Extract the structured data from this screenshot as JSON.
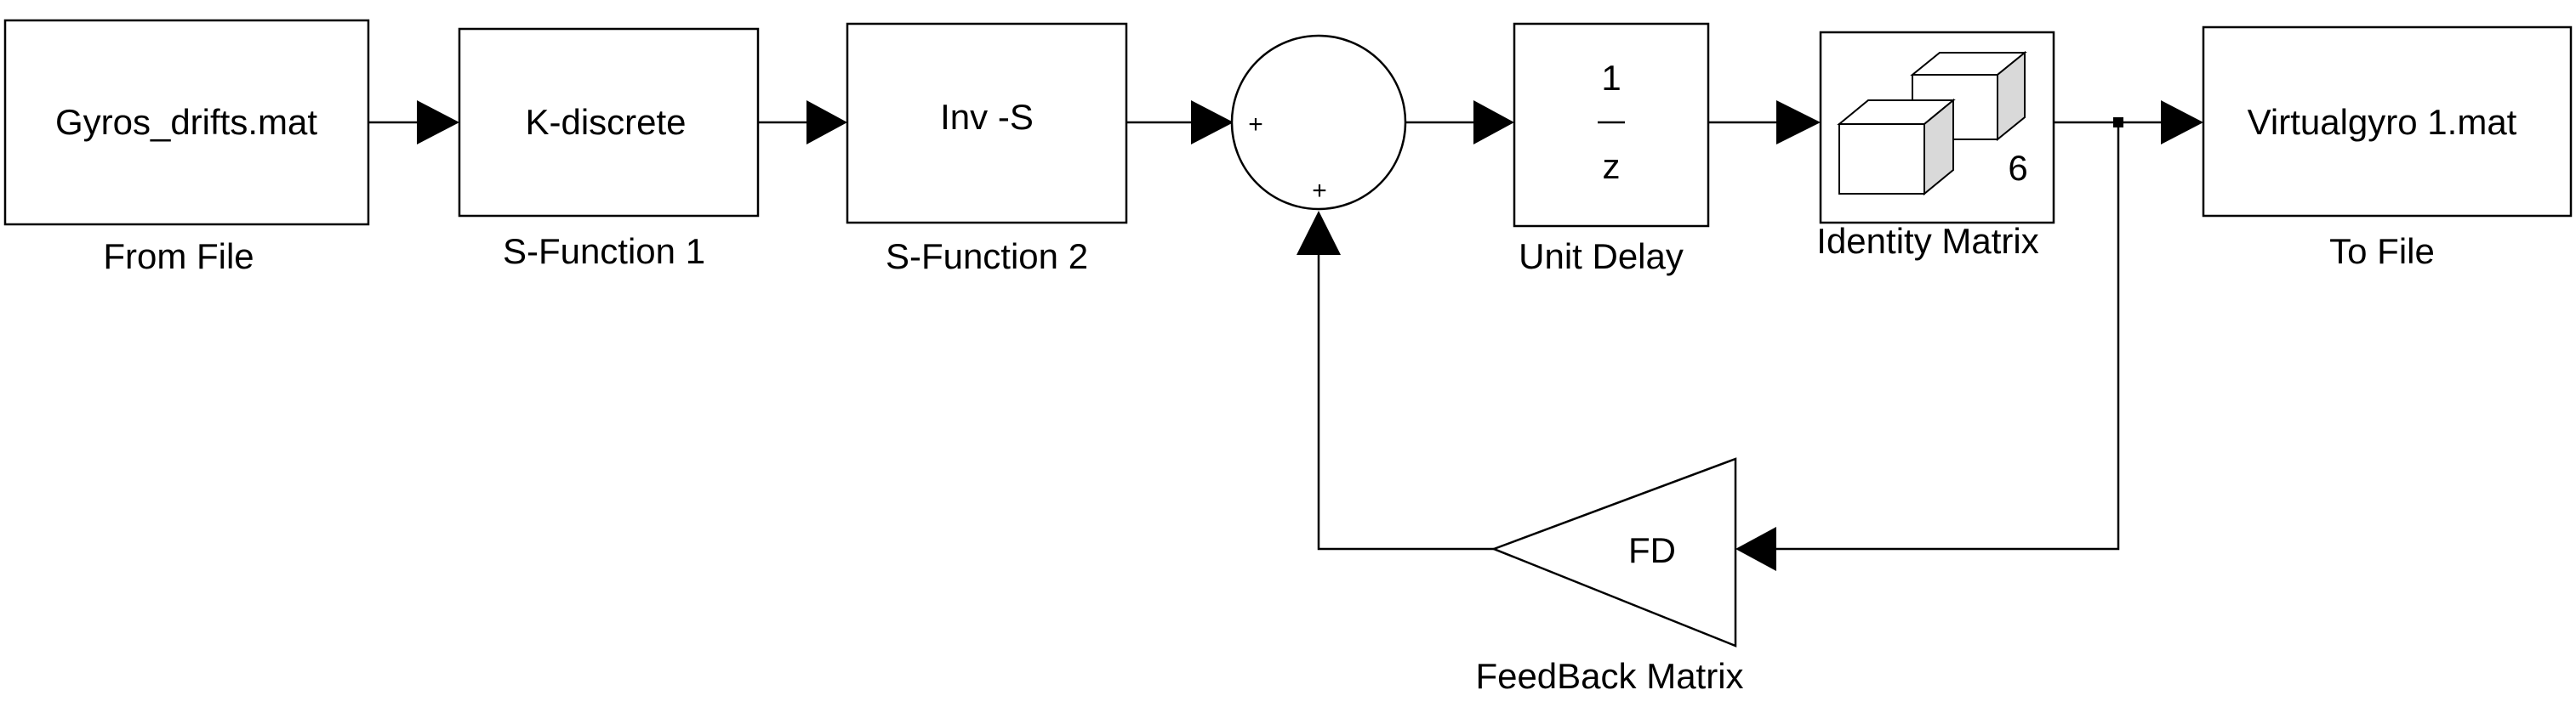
{
  "colors": {
    "background": "#ffffff",
    "stroke": "#000000",
    "box_shade": "#d9d9d9"
  },
  "blocks": {
    "from_file": {
      "label": "Gyros_drifts.mat",
      "caption": "From File"
    },
    "sfun1": {
      "label": "K-discrete",
      "caption": "S-Function 1"
    },
    "sfun2": {
      "label": "Inv -S",
      "caption": "S-Function 2"
    },
    "sum": {
      "sign_left": "+",
      "sign_bottom": "+"
    },
    "unit_delay": {
      "numerator": "1",
      "denominator": "z",
      "caption": "Unit Delay"
    },
    "identity": {
      "value": "6",
      "caption": "Identity Matrix"
    },
    "to_file": {
      "label": "Virtualgyro 1.mat",
      "caption": "To File"
    },
    "feedback": {
      "label": "FD",
      "caption": "FeedBack Matrix"
    }
  }
}
